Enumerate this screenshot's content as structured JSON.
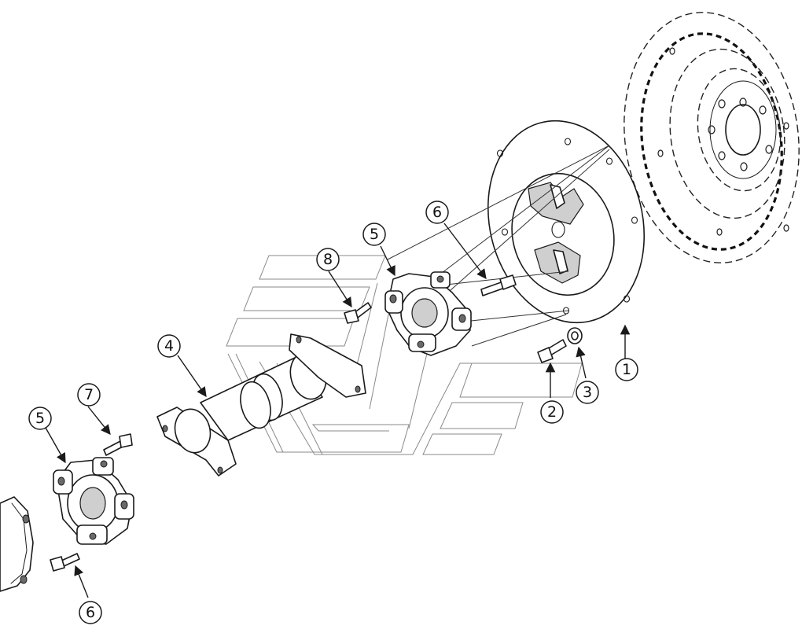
{
  "callouts": [
    {
      "id": "c1",
      "label": "1"
    },
    {
      "id": "c2",
      "label": "2"
    },
    {
      "id": "c3",
      "label": "3"
    },
    {
      "id": "c4",
      "label": "4"
    },
    {
      "id": "c5a",
      "label": "5"
    },
    {
      "id": "c5b",
      "label": "5"
    },
    {
      "id": "c6a",
      "label": "6"
    },
    {
      "id": "c6b",
      "label": "6"
    },
    {
      "id": "c7",
      "label": "7"
    },
    {
      "id": "c8",
      "label": "8"
    }
  ]
}
